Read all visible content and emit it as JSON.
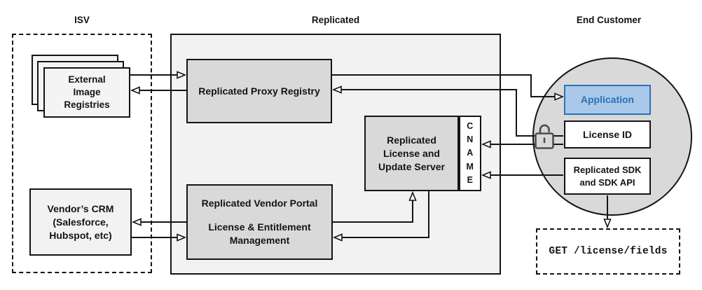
{
  "sections": {
    "isv": "ISV",
    "replicated": "Replicated",
    "end_customer": "End Customer"
  },
  "nodes": {
    "external_image_registries": "External\nImage\nRegistries",
    "vendors_crm": "Vendor’s CRM\n(Salesforce,\nHubspot, etc)",
    "proxy_registry": "Replicated Proxy Registry",
    "license_update_server": "Replicated\nLicense and\nUpdate Server",
    "cname": "C\nN\nA\nM\nE",
    "vendor_portal_title": "Replicated Vendor Portal",
    "vendor_portal_subtitle": "License & Entitlement\nManagement",
    "application": "Application",
    "license_id": "License ID",
    "replicated_sdk": "Replicated SDK\nand SDK API",
    "get_license_fields": "GET /license/fields"
  },
  "icons": {
    "padlock": "unlocked-padlock-icon"
  },
  "colors": {
    "node_gray": "#d9d9d9",
    "panel_light": "#f2f2f2",
    "application_fill": "#aac8e9",
    "application_accent": "#2b72b8",
    "line": "#141414"
  },
  "edges": [
    {
      "from": "external_image_registries",
      "to": "proxy_registry"
    },
    {
      "from": "proxy_registry",
      "to": "external_image_registries"
    },
    {
      "from": "proxy_registry",
      "to": "application"
    },
    {
      "from": "license_id",
      "to": "proxy_registry"
    },
    {
      "from": "license_id",
      "to": "cname"
    },
    {
      "from": "replicated_sdk",
      "to": "cname"
    },
    {
      "from": "vendor_portal",
      "to": "vendors_crm"
    },
    {
      "from": "vendors_crm",
      "to": "vendor_portal"
    },
    {
      "from": "vendor_portal",
      "to": "license_update_server"
    },
    {
      "from": "license_update_server",
      "to": "vendor_portal"
    },
    {
      "from": "replicated_sdk",
      "to": "get_license_fields"
    }
  ]
}
